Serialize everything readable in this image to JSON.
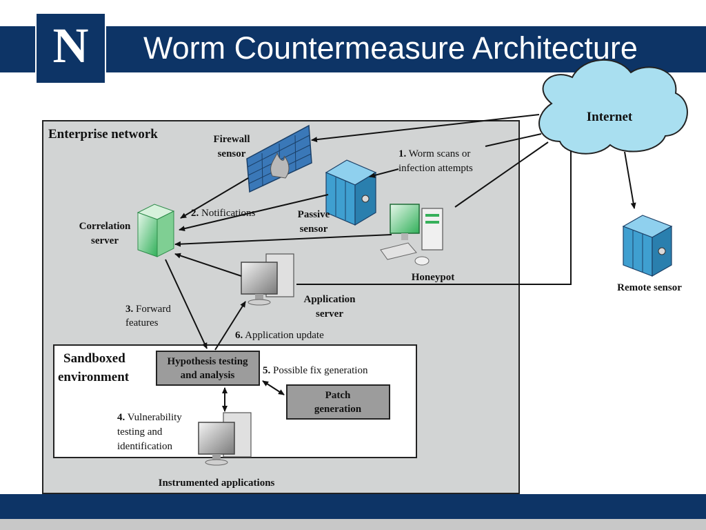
{
  "header": {
    "title": "Worm Countermeasure Architecture",
    "logo_letter": "N"
  },
  "colors": {
    "brand_navy": "#0d3466",
    "enterprise_bg": "#d2d4d4",
    "cloud": "#a9dff0",
    "server_blue": "#3f9fd0",
    "correlation_green": "#9bd6a6",
    "box_gray": "#9c9c9c"
  },
  "diagram": {
    "internet": "Internet",
    "enterprise_network": "Enterprise network",
    "firewall_sensor": [
      "Firewall",
      "sensor"
    ],
    "passive_sensor": [
      "Passive",
      "sensor"
    ],
    "honeypot": "Honeypot",
    "remote_sensor": "Remote sensor",
    "correlation_server": [
      "Correlation",
      "server"
    ],
    "application_server": [
      "Application",
      "server"
    ],
    "sandboxed_environment": [
      "Sandboxed",
      "environment"
    ],
    "hypothesis_testing": [
      "Hypothesis testing",
      "and analysis"
    ],
    "patch_generation": [
      "Patch",
      "generation"
    ],
    "instrumented_applications": "Instrumented applications",
    "step1": {
      "num": "1.",
      "line1": " Worm scans or",
      "line2": "infection attempts"
    },
    "step2": {
      "num": "2.",
      "text": " Notifications"
    },
    "step3": {
      "num": "3.",
      "line1": " Forward",
      "line2": "features"
    },
    "step4": {
      "num": "4.",
      "line1": " Vulnerability",
      "line2": "testing and",
      "line3": "identification"
    },
    "step5": {
      "num": "5.",
      "text": " Possible fix generation"
    },
    "step6": {
      "num": "6.",
      "text": " Application update"
    }
  }
}
